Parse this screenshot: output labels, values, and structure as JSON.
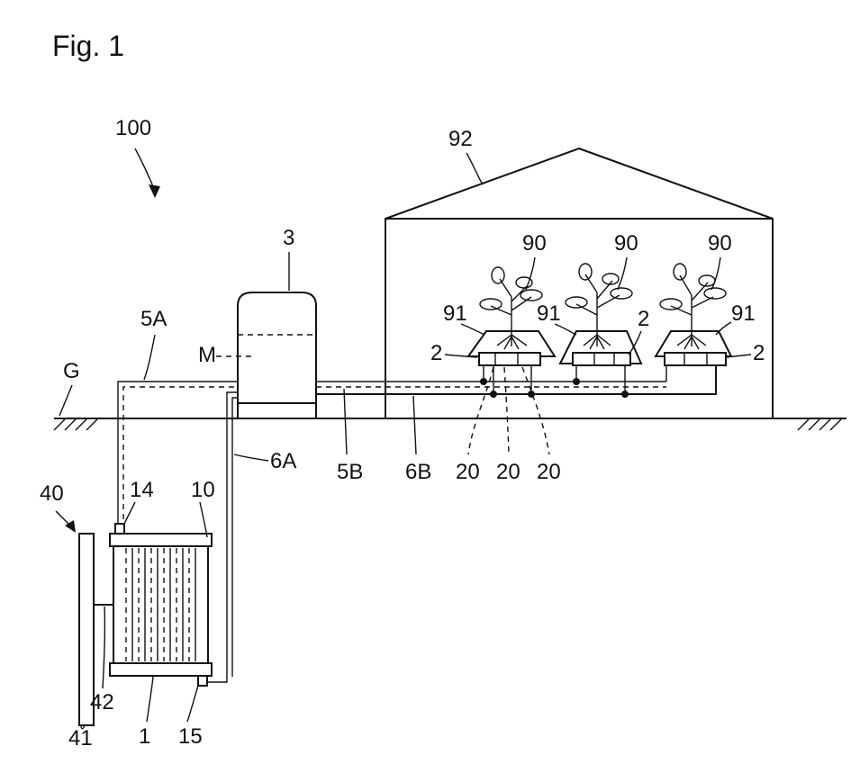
{
  "figure": {
    "title": "Fig. 1",
    "labels": {
      "system": "100",
      "greenhouse": "92",
      "tank": "3",
      "medium": "M",
      "ground": "G",
      "pipe_5a": "5A",
      "pipe_6a": "6A",
      "pipe_5b": "5B",
      "pipe_6b": "6B",
      "heat_unit": "40",
      "port_14": "14",
      "module_10": "10",
      "panel_41": "41",
      "link_42": "42",
      "device_1": "1",
      "port_15": "15",
      "plants": [
        "90",
        "90",
        "90"
      ],
      "containers": [
        "91",
        "91",
        "91"
      ],
      "beds": [
        "2",
        "2",
        "2"
      ],
      "emitters": [
        "20",
        "20",
        "20"
      ]
    }
  }
}
